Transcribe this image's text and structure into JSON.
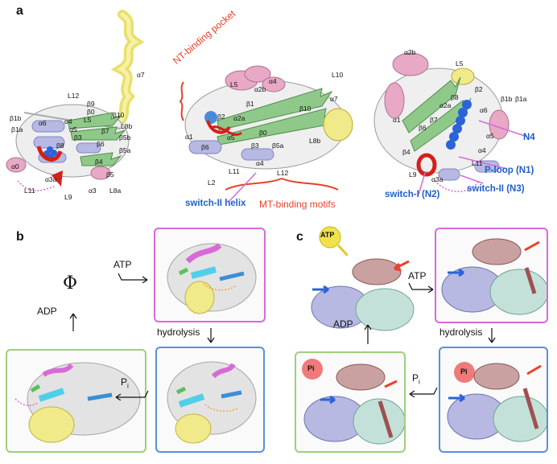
{
  "colors": {
    "magenta_box": "#d86ad8",
    "blue_box": "#5b8fd8",
    "green_box": "#9fcf7a",
    "red_label": "#e8412a",
    "blue_label": "#1f5fc8",
    "helix_pink": "#e7a9c6",
    "helix_lavender": "#b7b9e3",
    "helix_yellow": "#f1ea8b",
    "sheet_green": "#8fc98a",
    "atp_yellow": "#f2e24a",
    "pi_red": "#ee6b6b"
  },
  "panel_a": {
    "letter": "a",
    "left_labels": [
      "L12",
      "β9",
      "β0",
      "α6",
      "α4",
      "L5",
      "β10",
      "β1b",
      "β1a",
      "α5",
      "β3",
      "β7",
      "L8b",
      "β6",
      "β5b",
      "α0",
      "β8",
      "β5a",
      "β4",
      "α3a",
      "β5",
      "L11",
      "α3",
      "L8a",
      "L9",
      "α7"
    ],
    "middle_labels": [
      "L5",
      "α4",
      "L10",
      "α2b",
      "α2a",
      "β2",
      "β1",
      "β10",
      "α1",
      "β6",
      "α7",
      "β0",
      "α5",
      "β3",
      "β5a",
      "L8b",
      "L11",
      "L2",
      "α4",
      "L12"
    ],
    "middle_pocket_label": "NT-binding pocket",
    "middle_bottom_blue": "switch-II helix",
    "middle_bottom_red": "MT-binding motifs",
    "right_labels": [
      "α2b",
      "L5",
      "β2",
      "α2a",
      "β8",
      "β1b",
      "β1a",
      "α6",
      "β7",
      "β6",
      "α1",
      "β4",
      "α4",
      "α3a",
      "L9",
      "L11",
      "α5"
    ],
    "right_callouts": [
      "N4",
      "P-loop (N1)",
      "switch-I (N2)",
      "switch-II (N3)"
    ]
  },
  "panel_b": {
    "letter": "b",
    "phi": "Φ",
    "atp_label": "ATP",
    "adp_label": "ADP",
    "hydrolysis_label": "hydrolysis",
    "pi_label": "P",
    "pi_sub": "i"
  },
  "panel_c": {
    "letter": "c",
    "atp_badge": "ATP",
    "atp_label": "ATP",
    "adp_label": "ADP",
    "hydrolysis_label": "hydrolysis",
    "pi_label": "P",
    "pi_sub": "i",
    "pi_badge_1": "Pi",
    "pi_badge_2": "Pi"
  }
}
